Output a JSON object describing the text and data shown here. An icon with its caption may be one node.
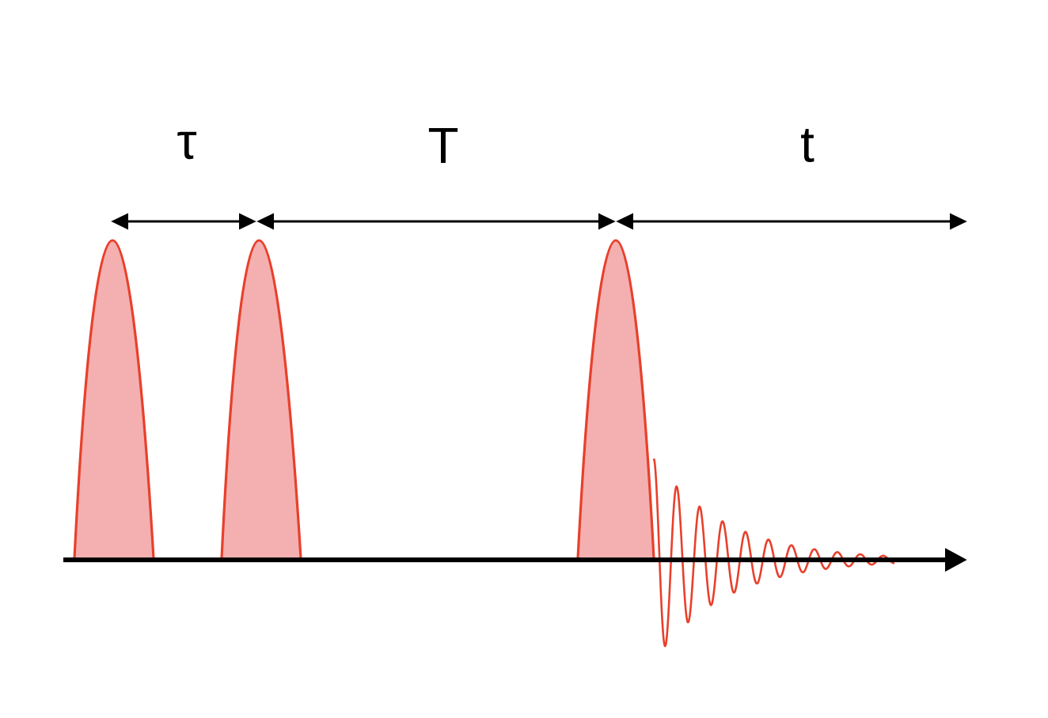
{
  "diagram": {
    "labels": [
      "τ",
      "T",
      "t"
    ]
  }
}
